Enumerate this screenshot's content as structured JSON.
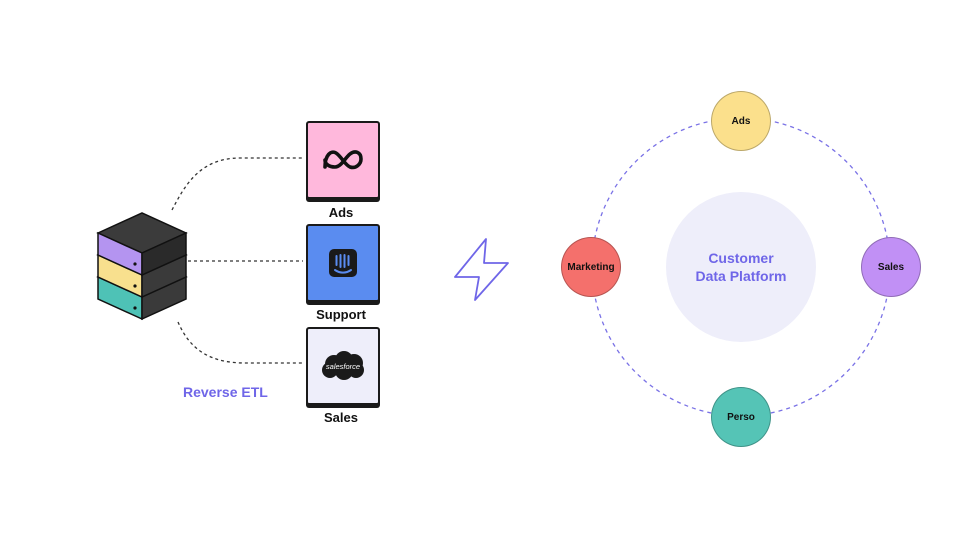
{
  "reverse_etl": {
    "label": "Reverse ETL",
    "destinations": [
      {
        "label": "Ads",
        "icon": "meta-logo-icon",
        "bg": "#ffb8dc"
      },
      {
        "label": "Support",
        "icon": "intercom-logo-icon",
        "bg": "#5a8cf0"
      },
      {
        "label": "Sales",
        "icon": "salesforce-logo-icon",
        "logo_text": "salesforce",
        "bg": "#eeeefa"
      }
    ],
    "stack_colors": [
      "#b494f0",
      "#f8e08e",
      "#4ec2b6"
    ]
  },
  "cdp": {
    "center_line1": "Customer",
    "center_line2": "Data Platform",
    "nodes": [
      {
        "label": "Ads",
        "color": "#fbe08c"
      },
      {
        "label": "Sales",
        "color": "#c190f5"
      },
      {
        "label": "Perso",
        "color": "#55c4b6"
      },
      {
        "label": "Marketing",
        "color": "#f4706c"
      }
    ]
  },
  "accent_color": "#6f66e8"
}
